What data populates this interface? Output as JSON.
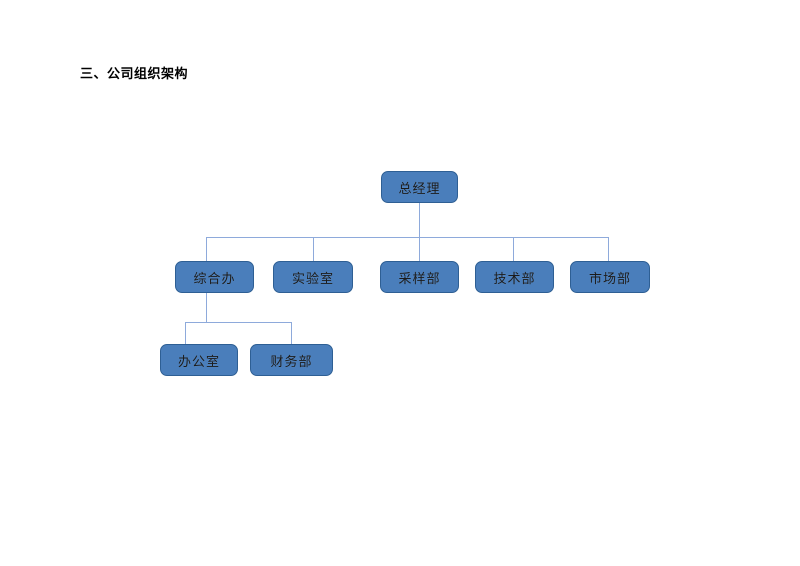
{
  "document": {
    "heading": "三、公司组织架构",
    "background_color": "#ffffff"
  },
  "chart_style": {
    "node_fill": "#4a7ebb",
    "node_border": "#2e5f94",
    "connector_color": "#8eaadb",
    "text_color": "#1b1b1b"
  },
  "org_chart": {
    "type": "org-tree",
    "root": {
      "label": "总经理"
    },
    "level2": [
      {
        "label": "综合办"
      },
      {
        "label": "实验室"
      },
      {
        "label": "采样部"
      },
      {
        "label": "技术部"
      },
      {
        "label": "市场部"
      }
    ],
    "level3": [
      {
        "label": "办公室",
        "parent": "综合办"
      },
      {
        "label": "财务部",
        "parent": "综合办"
      }
    ]
  }
}
